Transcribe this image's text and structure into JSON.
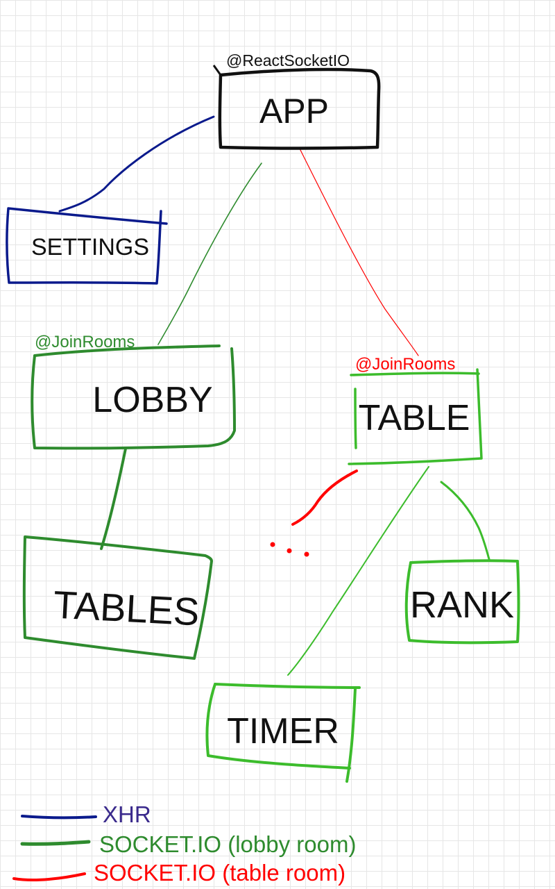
{
  "colors": {
    "xhr": "#0a1a8c",
    "lobby": "#2e8b2e",
    "table": "#3cbc2c",
    "red": "#ff0000",
    "black": "#111111",
    "legend_xhr_text": "#3a2a8c"
  },
  "nodes": {
    "app": {
      "label": "APP",
      "annotation": "@ReactSocketIO"
    },
    "settings": {
      "label": "SETTINGS"
    },
    "lobby": {
      "label": "LOBBY",
      "annotation": "@JoinRooms"
    },
    "table": {
      "label": "TABLE",
      "annotation": "@JoinRooms"
    },
    "tables": {
      "label": "TABLES"
    },
    "rank": {
      "label": "RANK"
    },
    "timer": {
      "label": "TIMER"
    }
  },
  "legend": [
    {
      "label": "XHR"
    },
    {
      "label": "SOCKET.IO (lobby room)"
    },
    {
      "label": "SOCKET.IO (table room)"
    }
  ]
}
